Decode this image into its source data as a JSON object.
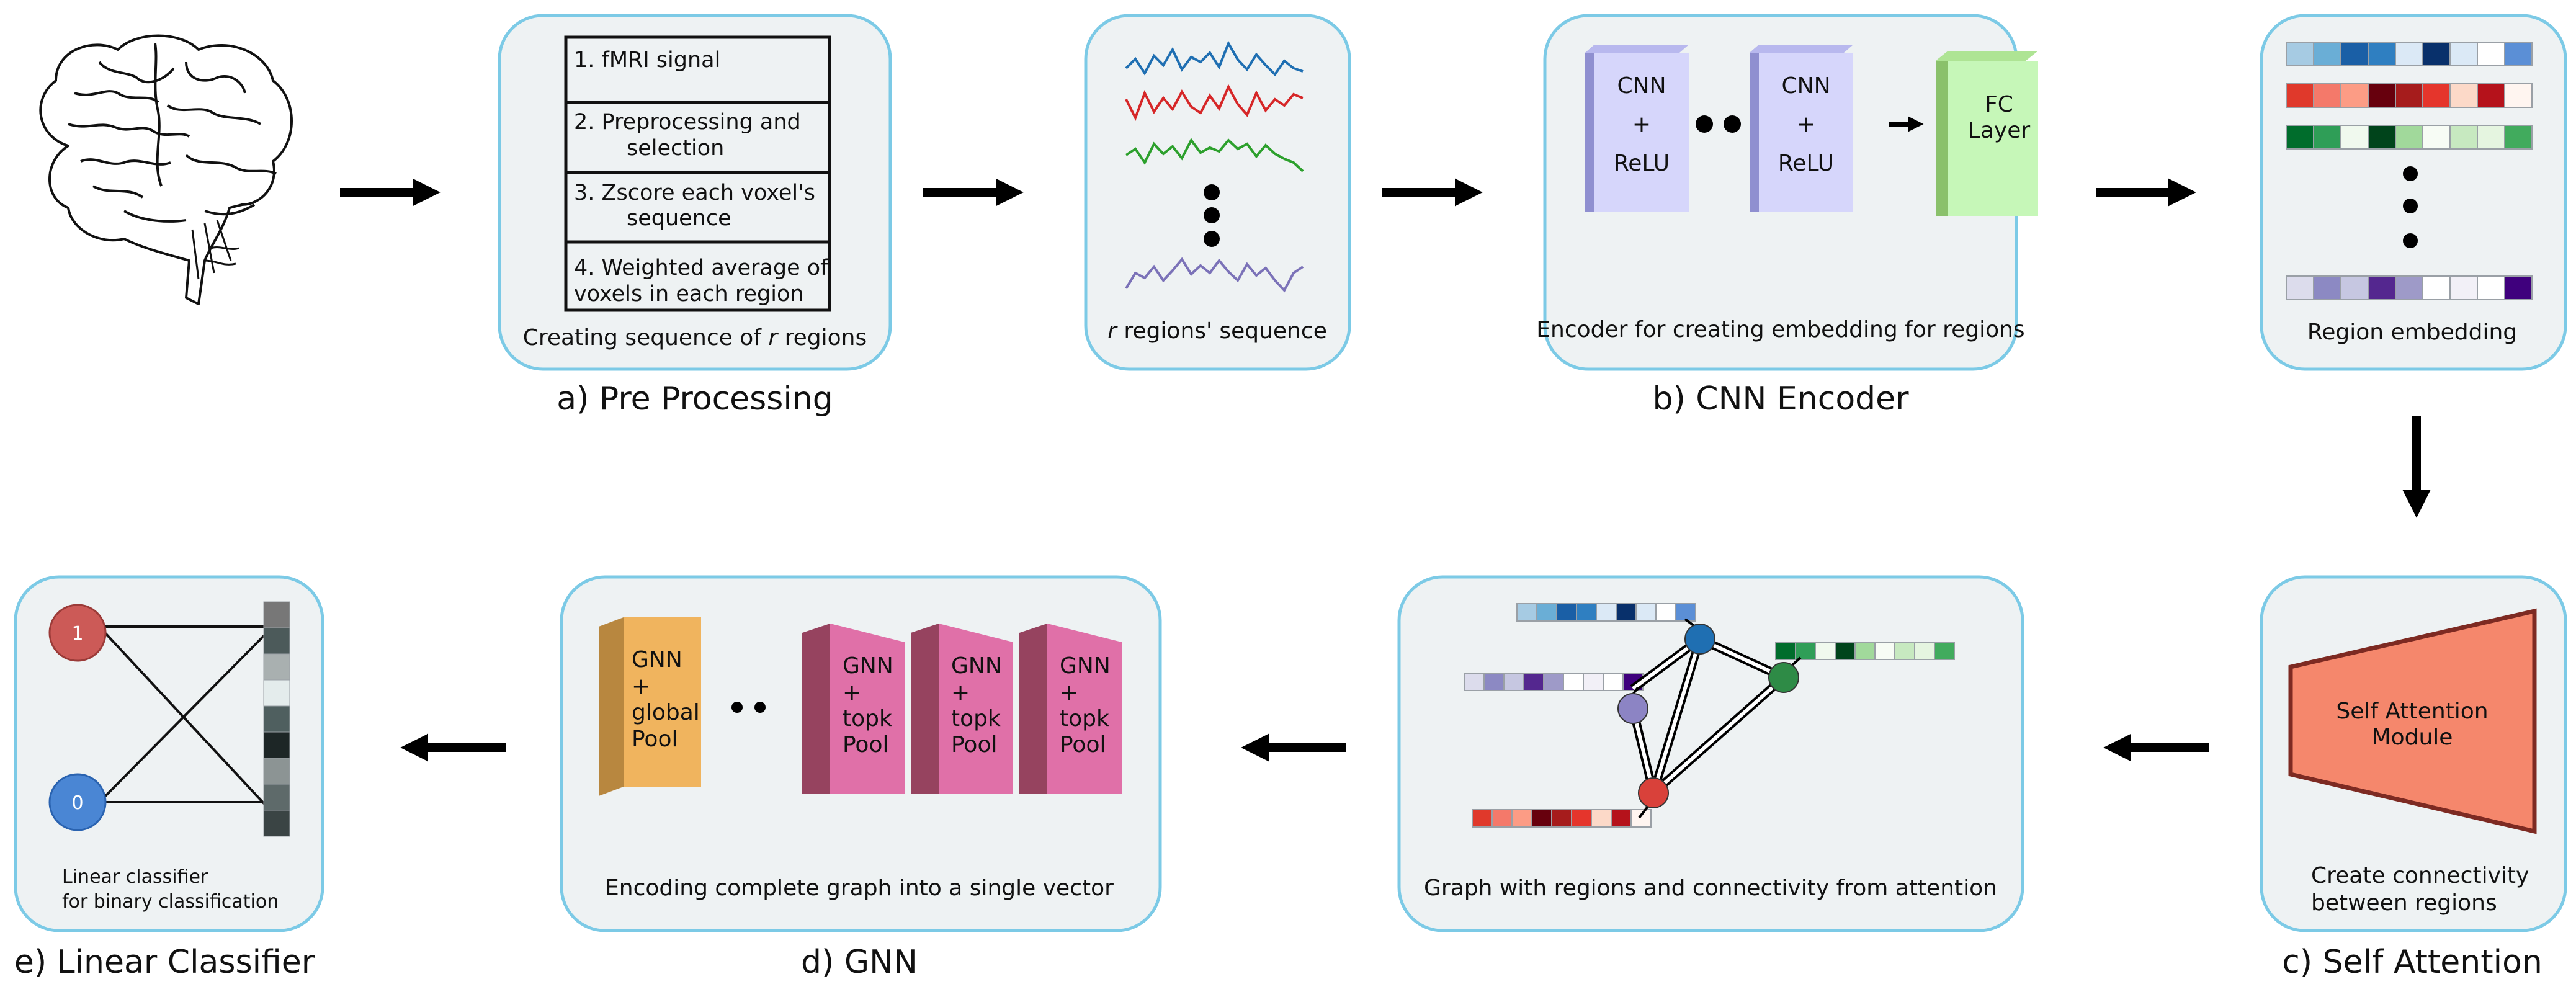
{
  "preprocessing": {
    "steps": [
      "1. fMRI signal",
      "2. Preprocessing and",
      "selection",
      "3. Zscore each voxel's",
      "sequence",
      "4. Weighted average of",
      "voxels in each region"
    ],
    "caption_pre": "Creating sequence of ",
    "caption_var": "r",
    "caption_post": " regions",
    "title": "a) Pre Processing"
  },
  "sequences": {
    "caption_var": "r",
    "caption_post": " regions' sequence",
    "colors": [
      "#1f6fb2",
      "#d62728",
      "#2ca02c",
      "#7b72b8"
    ]
  },
  "cnn_encoder": {
    "block1": [
      "CNN",
      "+",
      "ReLU"
    ],
    "block2": [
      "CNN",
      "+",
      "ReLU"
    ],
    "fc": [
      "FC",
      "Layer"
    ],
    "caption": "Encoder for creating embedding for regions",
    "title": "b) CNN Encoder"
  },
  "region_embedding": {
    "caption": "Region embedding",
    "rows": [
      [
        "#a6cbe3",
        "#6aaed6",
        "#1a5fa6",
        "#2f7fc1",
        "#dbe9f6",
        "#08306b",
        "#dbe9f6",
        "#ffffff",
        "#5b8fd6"
      ],
      [
        "#e0392b",
        "#f4796a",
        "#fc9c85",
        "#67000d",
        "#a61c1c",
        "#e5352c",
        "#fcd9c8",
        "#b5121b",
        "#fff5f0"
      ],
      [
        "#006d2c",
        "#2f9e57",
        "#f0f9ee",
        "#00441b",
        "#a1d99b",
        "#f7fcf5",
        "#c7e9c0",
        "#e5f5e0",
        "#41ab5d"
      ],
      [
        "#dcdcec",
        "#8c89c3",
        "#c6c7e1",
        "#54278f",
        "#9e9ac8",
        "#ffffff",
        "#f2f0f7",
        "#ffffff",
        "#3f007d"
      ]
    ]
  },
  "self_attention": {
    "module": [
      "Self Attention",
      "Module"
    ],
    "caption": [
      "Create connectivity",
      "between regions"
    ],
    "title": "c) Self Attention"
  },
  "graph": {
    "caption": "Graph with regions and connectivity from attention",
    "node_colors": [
      "#1f6fb2",
      "#2e8b46",
      "#8c84c4",
      "#d9413a"
    ]
  },
  "gnn": {
    "global_block": [
      "GNN",
      "+",
      "global",
      "Pool"
    ],
    "topk_block": [
      "GNN",
      "+",
      "topk",
      "Pool"
    ],
    "caption": "Encoding complete graph into a single vector",
    "title": "d) GNN"
  },
  "classifier": {
    "node1_label": "1",
    "node0_label": "0",
    "caption": [
      "Linear classifier",
      "for binary classification"
    ],
    "title": "e) Linear Classifier",
    "vector_colors": [
      "#777777",
      "#4c5a5a",
      "#a9b0b0",
      "#e4ecec",
      "#4f5f5f",
      "#1d2626",
      "#8c9494",
      "#5e6a6a",
      "#3a4444"
    ]
  },
  "colors": {
    "panel_fill": "#eef2f3",
    "panel_border": "#7ccae6",
    "cnn_block": "#d6d6fb",
    "fc_block": "#c6f7b8",
    "gnn_global": "#f0b45e",
    "gnn_topk": "#e070a8",
    "attention_module": "#f5876c"
  }
}
